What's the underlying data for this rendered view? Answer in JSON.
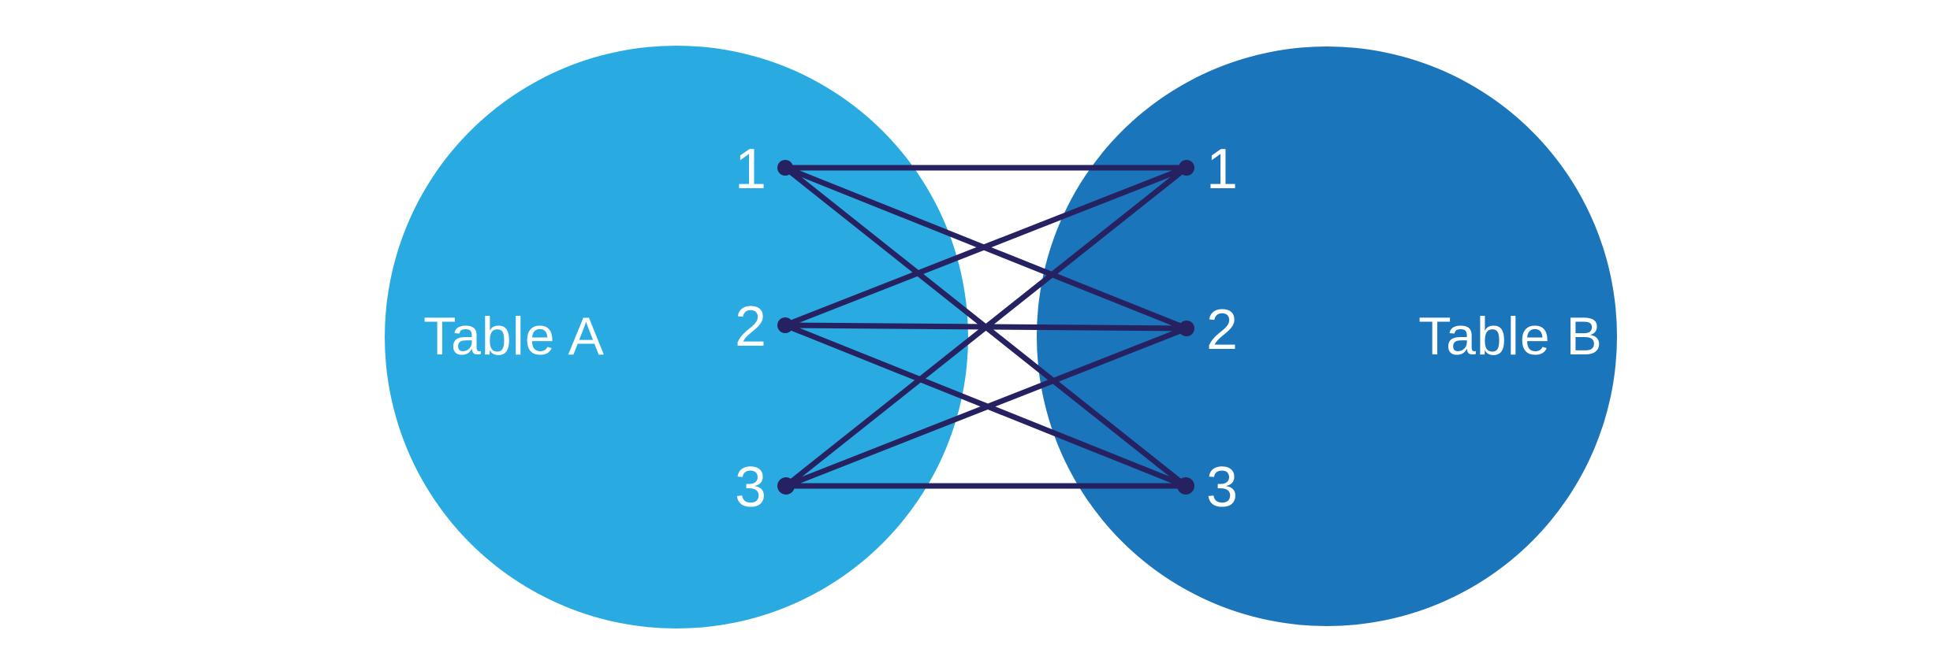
{
  "diagram": {
    "background": "#FFFFFF",
    "connector_color": "#262262",
    "connector_width": 7,
    "left_table": {
      "label": "Table A",
      "fill": "#29ABE2",
      "text_color": "#FFFFFF",
      "nodes": [
        {
          "id": "A1",
          "label": "1"
        },
        {
          "id": "A2",
          "label": "2"
        },
        {
          "id": "A3",
          "label": "3"
        }
      ]
    },
    "right_table": {
      "label": "Table B",
      "fill": "#1B75BB",
      "text_color": "#FFFFFF",
      "nodes": [
        {
          "id": "B1",
          "label": "1"
        },
        {
          "id": "B2",
          "label": "2"
        },
        {
          "id": "B3",
          "label": "3"
        }
      ]
    },
    "connections": [
      {
        "from": "A1",
        "to": "B1"
      },
      {
        "from": "A1",
        "to": "B2"
      },
      {
        "from": "A1",
        "to": "B3"
      },
      {
        "from": "A2",
        "to": "B1"
      },
      {
        "from": "A2",
        "to": "B2"
      },
      {
        "from": "A2",
        "to": "B3"
      },
      {
        "from": "A3",
        "to": "B1"
      },
      {
        "from": "A3",
        "to": "B2"
      },
      {
        "from": "A3",
        "to": "B3"
      }
    ]
  }
}
